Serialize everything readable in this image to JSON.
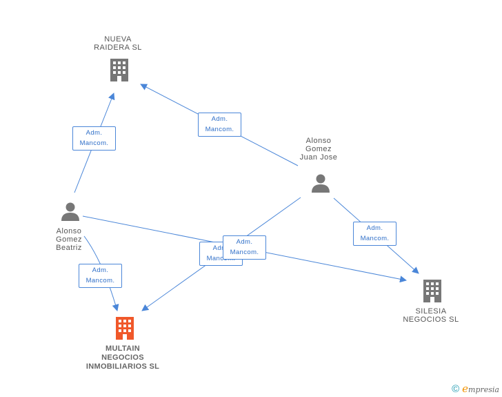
{
  "nodes": {
    "nueva_raidera": {
      "label": "NUEVA\nRAIDERA SL",
      "type": "company"
    },
    "alonso_juan": {
      "label": "Alonso\nGomez\nJuan Jose",
      "type": "person"
    },
    "alonso_beatriz": {
      "label": "Alonso\nGomez\nBeatriz",
      "type": "person"
    },
    "multain": {
      "label": "MULTAIN\nNEGOCIOS\nINMOBILIARIOS SL",
      "type": "company-main"
    },
    "silesia": {
      "label": "SILESIA\nNEGOCIOS SL",
      "type": "company"
    }
  },
  "edge_labels": {
    "beatriz_nueva": [
      "Adm.",
      "Mancom."
    ],
    "juan_nueva": [
      "Adm.",
      "Mancom."
    ],
    "juan_silesia": [
      "Adm.",
      "Mancom."
    ],
    "juan_multain": [
      "Adm.",
      "Mancom."
    ],
    "beatriz_silesia": [
      "Adm.",
      "Mancom."
    ],
    "beatriz_multain": [
      "Adm.",
      "Mancom."
    ]
  },
  "colors": {
    "edge": "#4a86d8",
    "company_icon": "#777777",
    "main_company_icon": "#f0582a",
    "person_icon": "#777777"
  },
  "footer": {
    "copyright_symbol": "©",
    "brand_initial": "e",
    "brand_rest": "mpresia"
  }
}
